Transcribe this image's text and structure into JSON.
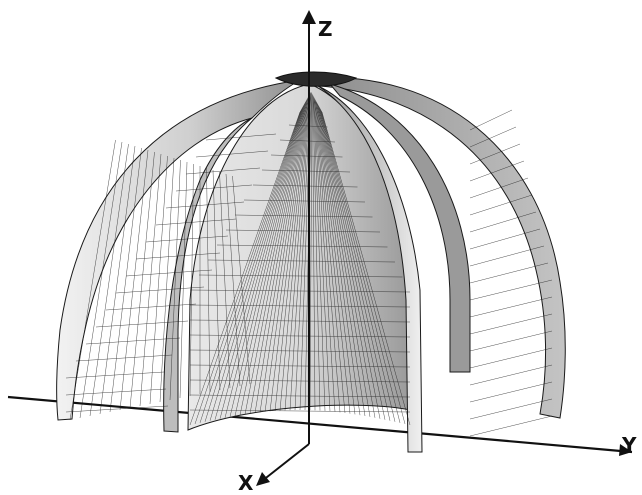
{
  "figure": {
    "axes": {
      "x": "X",
      "y": "Y",
      "z": "Z"
    },
    "colors": {
      "background": "#ffffff",
      "mesh_line": "#1a1a1a",
      "shell_light": "#e6e6e6",
      "shell_mid": "#bdbdbd",
      "shell_dark": "#8a8a8a",
      "axis": "#111111"
    },
    "description_glyphs": {
      "object": "wireframe-dome-of-petal-shells",
      "shell_count": 5
    }
  }
}
